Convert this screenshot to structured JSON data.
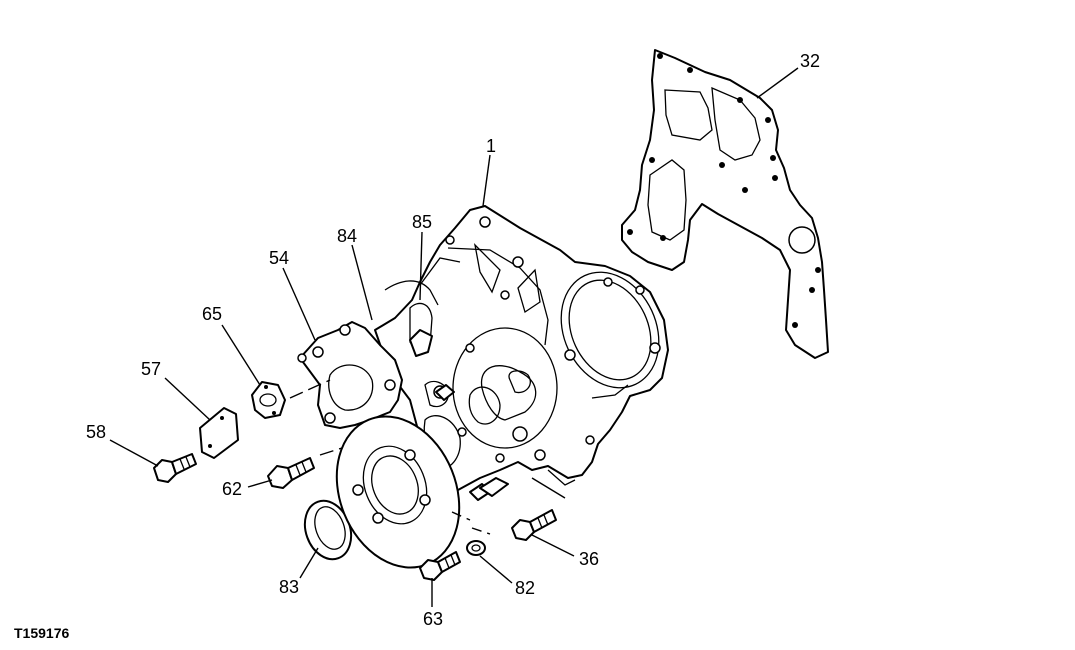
{
  "figure_id": "T159176",
  "callouts": [
    "1",
    "32",
    "85",
    "84",
    "54",
    "65",
    "57",
    "58",
    "62",
    "83",
    "63",
    "82",
    "36"
  ]
}
